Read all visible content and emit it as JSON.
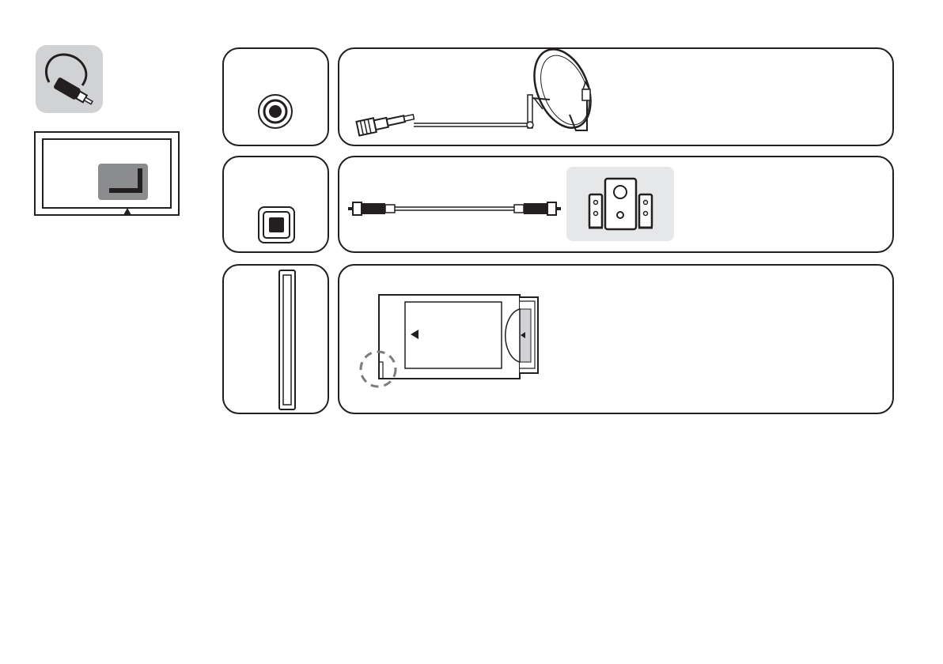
{
  "diagram": {
    "labels": [],
    "colors": {
      "stroke": "#231f20",
      "panel_fill": "#ffffff",
      "icon_tile": "#d1d2d4",
      "cable_dark": "#231f20",
      "tab_grey": "#8a8c8e",
      "dashed_circle": "#7a7c7e",
      "speaker_bg": "#e6e7e8"
    },
    "icons": [
      "cable-connection-icon",
      "tv-back-panel-icon",
      "coaxial-port-icon",
      "optical-port-icon",
      "ci-slot-icon",
      "satellite-dish-icon",
      "f-connector-cable-icon",
      "optical-cable-icon",
      "speaker-system-icon",
      "ci-module-card-icon"
    ],
    "rows": [
      {
        "name": "satellite-row",
        "port": "coaxial-port-icon",
        "device": "satellite-dish-icon"
      },
      {
        "name": "optical-row",
        "port": "optical-port-icon",
        "device": "speaker-system-icon"
      },
      {
        "name": "ci-row",
        "port": "ci-slot-icon",
        "device": "ci-module-card-icon"
      }
    ]
  }
}
